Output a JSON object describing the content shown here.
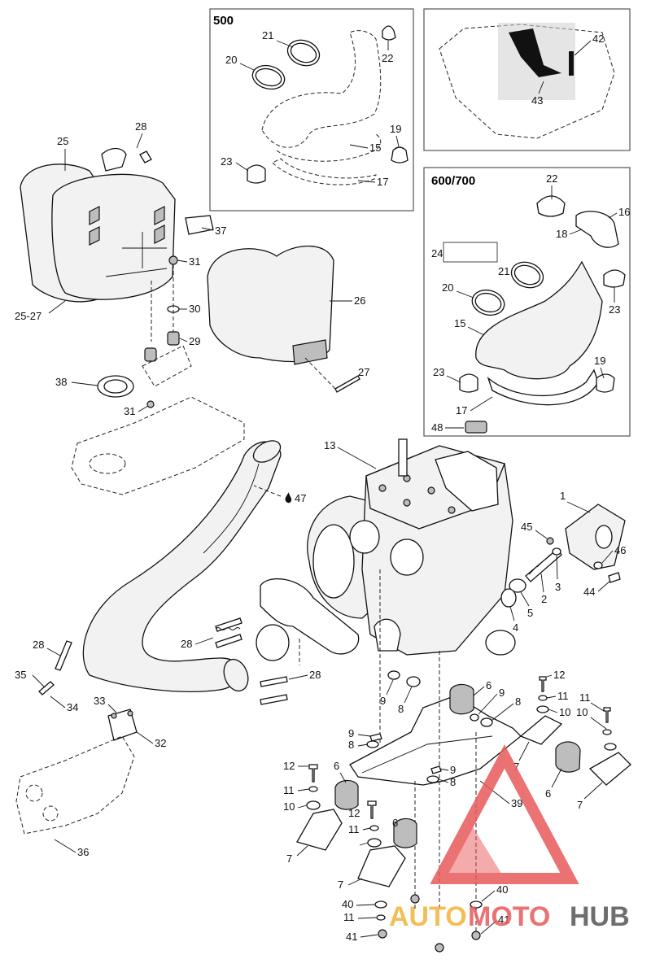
{
  "box_titles": {
    "box_500": "500",
    "box_600_700": "600/700"
  },
  "watermark": {
    "text_auto": "AUTO",
    "text_moto": "MOTO",
    "text_hub": "HUB",
    "color_red": "#e85a5a",
    "color_orange": "#f3b33a",
    "color_gray": "#555555"
  },
  "callouts": {
    "c1": "1",
    "c2": "2",
    "c3": "3",
    "c4": "4",
    "c5": "5",
    "c6a": "6",
    "c6b": "6",
    "c6c": "6",
    "c6d": "6",
    "c7a": "7",
    "c7b": "7",
    "c7c": "7",
    "c7d": "7",
    "c8a": "8",
    "c8b": "8",
    "c8c": "8",
    "c8d": "8",
    "c9a": "9",
    "c9b": "9",
    "c9c": "9",
    "c9d": "9",
    "c10a": "10",
    "c10b": "10",
    "c10c": "10",
    "c11a": "11",
    "c11b": "11",
    "c11c": "11",
    "c11d": "11",
    "c11e": "11",
    "c12a": "12",
    "c12b": "12",
    "c12c": "12",
    "c13": "13",
    "c15a": "15",
    "c15b": "15",
    "c16": "16",
    "c17a": "17",
    "c17b": "17",
    "c18": "18",
    "c19a": "19",
    "c19b": "19",
    "c20a": "20",
    "c20b": "20",
    "c21a": "21",
    "c21b": "21",
    "c22a": "22",
    "c22b": "22",
    "c23a": "23",
    "c23b": "23",
    "c23c": "23",
    "c24": "24",
    "c25": "25",
    "c25_27": "25-27",
    "c26": "26",
    "c27": "27",
    "c28a": "28",
    "c28b": "28",
    "c28c": "28",
    "c28d": "28",
    "c29": "29",
    "c30": "30",
    "c31a": "31",
    "c31b": "31",
    "c32": "32",
    "c33": "33",
    "c34": "34",
    "c35": "35",
    "c36": "36",
    "c37": "37",
    "c38": "38",
    "c39": "39",
    "c40a": "40",
    "c40b": "40",
    "c41a": "41",
    "c41b": "41",
    "c42": "42",
    "c43": "43",
    "c44": "44",
    "c45": "45",
    "c46": "46",
    "c47": "47",
    "c48": "48"
  }
}
